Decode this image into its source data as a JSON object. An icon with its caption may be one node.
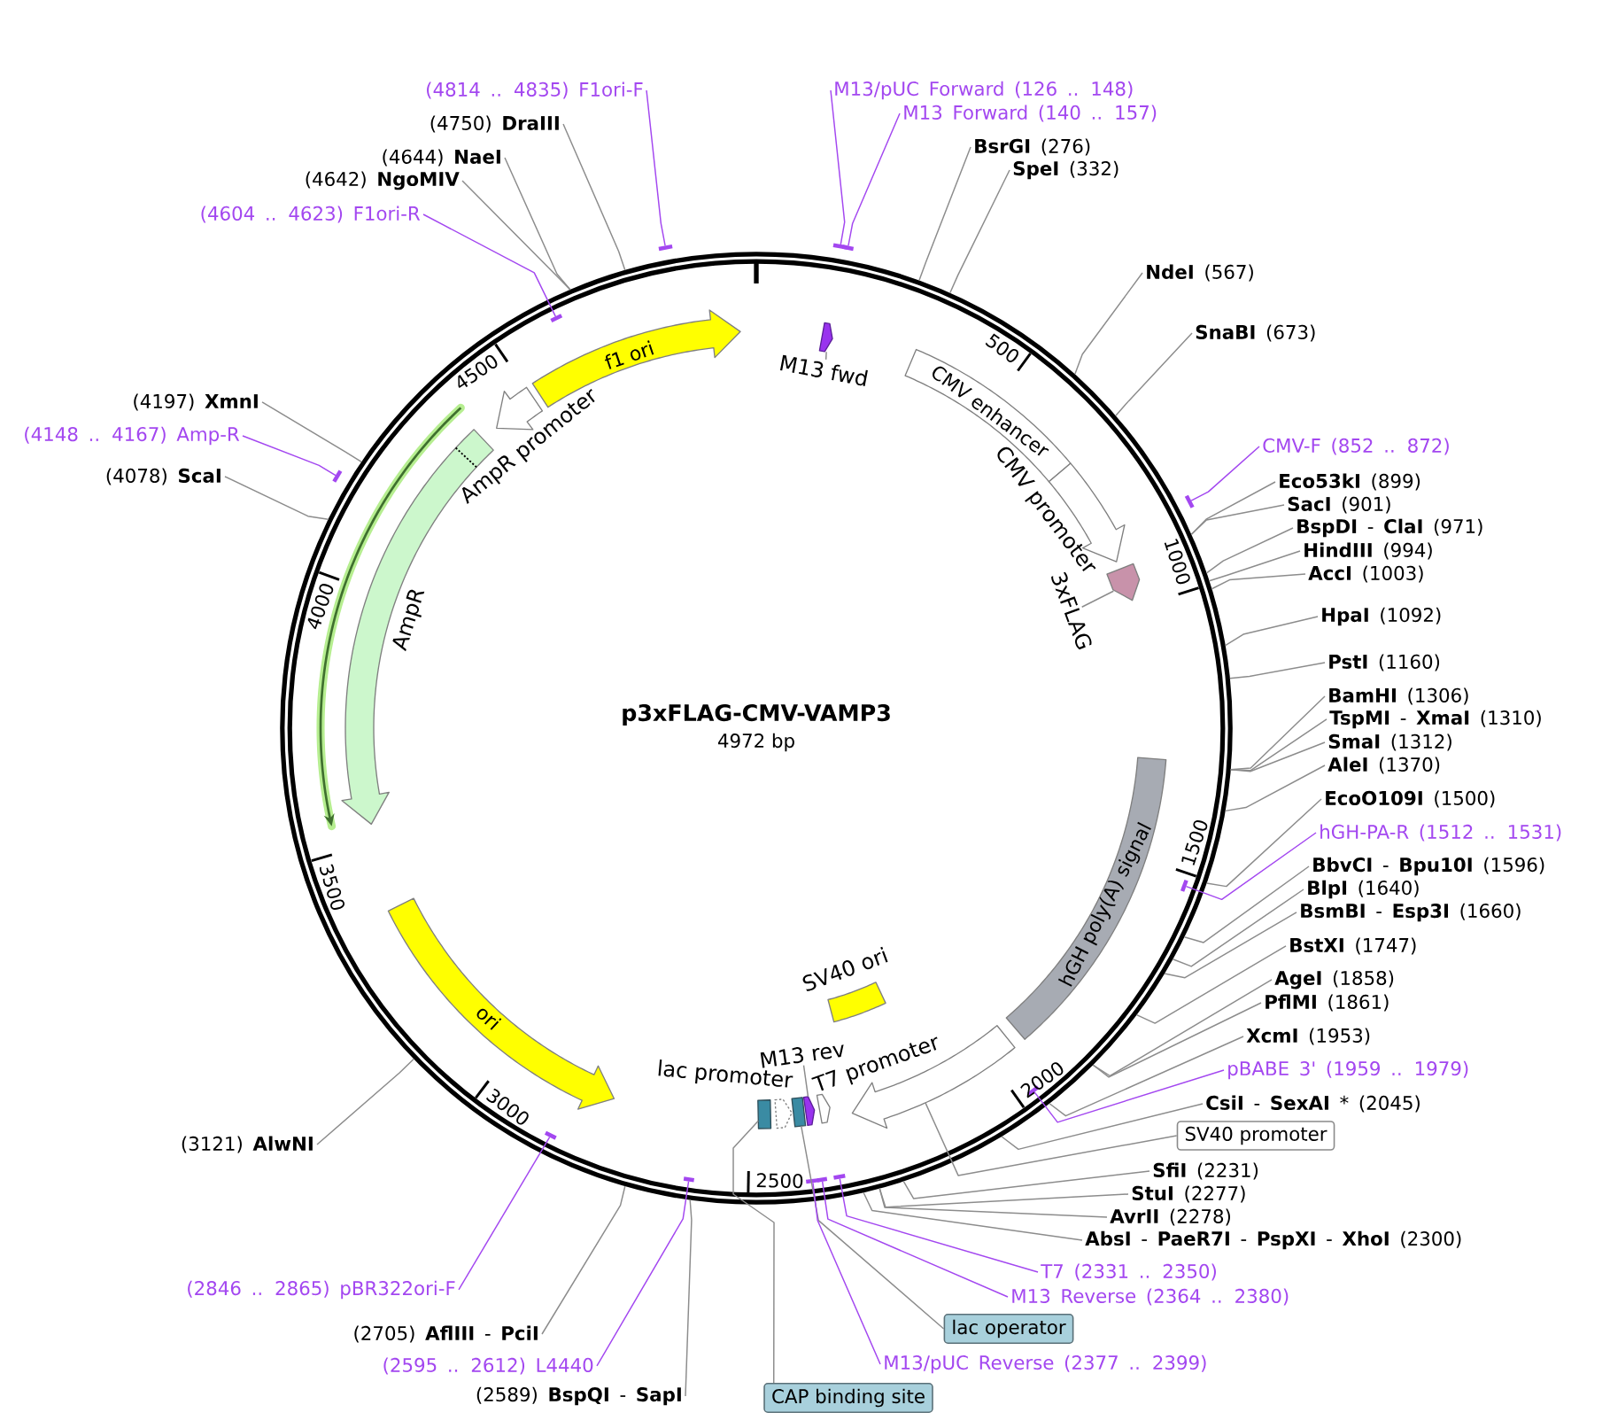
{
  "diagram": {
    "title": "p3xFLAG-CMV-VAMP3",
    "nodes": [
      {
        "text": [],
        "shape": "circle"
      },
      {
        "text": [],
        "shape": "arrow",
        "in": 0
      },
      {
        "text": [
          "M13 fwd"
        ],
        "in": 0
      },
      {
        "text": [
          "CMV enhancer"
        ],
        "in": 0
      },
      {
        "text": [
          "CMV promoter"
        ],
        "in": 0
      },
      {
        "text": [],
        "shape": "arrow",
        "in": 0
      },
      {
        "text": [
          "3xFLAG"
        ],
        "in": 0
      },
      {
        "text": [
          "hGH poly(A) signal"
        ],
        "in": 0
      },
      {
        "text": [],
        "shape": "arrow",
        "in": 0
      },
      {
        "text": [
          "SV40 ori"
        ],
        "in": 0
      },
      {
        "text": [
          "T7 promoter"
        ],
        "in": 0
      },
      {
        "text": [
          "M13 rev"
        ],
        "in": 0
      },
      {
        "text": [],
        "shape": "arrow",
        "in": 0
      },
      {
        "text": [],
        "shape": "box",
        "in": 0
      },
      {
        "text": [
          "lac promoter"
        ],
        "in": 0
      },
      {
        "text": [],
        "shape": "box",
        "in": 0
      },
      {
        "text": [
          "ori"
        ],
        "in": 0
      },
      {
        "text": [
          "AmpR"
        ],
        "in": 0
      },
      {
        "text": [
          "AmpR promoter"
        ],
        "in": 0
      },
      {
        "text": [
          "f1 ori"
        ],
        "in": 0
      },
      {
        "text": [
          "(4814 .. 4835) F1ori-F"
        ]
      },
      {
        "text": [
          "M13/pUC Forward (126 .. 148)"
        ]
      },
      {
        "text": [
          "M13 Forward (140 .. 157)"
        ]
      },
      {
        "text": [
          "(4750) **DraIII**"
        ]
      },
      {
        "text": [
          "**BsrGI** (276)"
        ]
      },
      {
        "text": [
          "(4644) **NaeI**"
        ]
      },
      {
        "text": [
          "**SpeI** (332)"
        ]
      },
      {
        "text": [
          "(4642) **NgoMIV**"
        ]
      },
      {
        "text": [
          "(4604 .. 4623) F1ori-R"
        ]
      },
      {
        "text": [
          "**NdeI** (567)"
        ]
      },
      {
        "text": [
          "**SnaBI** (673)"
        ]
      },
      {
        "text": [
          "(4197) **XmnI**"
        ]
      },
      {
        "text": [
          "(4148 .. 4167) Amp-R"
        ]
      },
      {
        "text": [
          "CMV-F (852 .. 872)"
        ]
      },
      {
        "text": [
          "(4078) **ScaI**"
        ]
      },
      {
        "text": [
          "**Eco53kI** (899)"
        ]
      },
      {
        "text": [
          "**SacI** (901)"
        ]
      },
      {
        "text": [
          "**BspDI** - **ClaI** (971)"
        ]
      },
      {
        "text": [
          "**HindIII** (994)"
        ]
      },
      {
        "text": [
          "**AccI** (1003)"
        ]
      },
      {
        "text": [
          "**HpaI** (1092)"
        ]
      },
      {
        "text": [
          "**PstI** (1160)"
        ]
      },
      {
        "text": [
          "**BamHI** (1306)"
        ]
      },
      {
        "text": [
          "**TspMI** - **XmaI** (1310)"
        ]
      },
      {
        "text": [
          "**SmaI** (1312)"
        ]
      },
      {
        "text": [
          "**AleI** (1370)"
        ]
      },
      {
        "text": [
          "**EcoO109I** (1500)"
        ]
      },
      {
        "text": [
          "hGH-PA-R (1512 .. 1531)"
        ]
      },
      {
        "text": [
          "**BbvCI** - **Bpu10I** (1596)"
        ]
      },
      {
        "text": [
          "**BlpI** (1640)"
        ]
      },
      {
        "text": [
          "**BsmBI** - **Esp3I** (1660)"
        ]
      },
      {
        "text": [
          "**BstXI** (1747)"
        ]
      },
      {
        "text": [
          "**AgeI** (1858)"
        ]
      },
      {
        "text": [
          "**PflMI** (1861)"
        ]
      },
      {
        "text": [
          "**XcmI** (1953)"
        ]
      },
      {
        "text": [
          "pBABE 3' (1959 .. 1979)"
        ]
      },
      {
        "text": [
          "**CsiI** - **SexAI** * (2045)"
        ]
      },
      {
        "text": [
          "SV40 promoter"
        ]
      },
      {
        "text": [
          "(3121) **AlwNI**"
        ]
      },
      {
        "text": [
          "**SfiI** (2231)"
        ]
      },
      {
        "text": [
          "**StuI** (2277)"
        ]
      },
      {
        "text": [
          "**AvrII** (2278)"
        ]
      },
      {
        "text": [
          "**AbsI** - **PaeR7I** - **PspXI** - **XhoI** (2300)"
        ]
      },
      {
        "text": [
          "T7 (2331 .. 2350)"
        ]
      },
      {
        "text": [
          "(2846 .. 2865) pBR322ori-F"
        ]
      },
      {
        "text": [
          "M13 Reverse (2364 .. 2380)"
        ]
      },
      {
        "text": [
          "lac operator"
        ]
      },
      {
        "text": [
          "(2705) **AflIII** - **PciI**"
        ]
      },
      {
        "text": [
          "(2595 .. 2612) L4440"
        ]
      },
      {
        "text": [
          "M13/pUC Reverse (2377 .. 2399)"
        ]
      },
      {
        "text": [
          "(2589) **BspQI** - **SapI**"
        ]
      },
      {
        "text": [
          "CAP binding site"
        ]
      },
      {
        "text": [],
        "shape": "bar"
      },
      {
        "text": [],
        "shape": "bar"
      },
      {
        "text": [],
        "shape": "bar"
      },
      {
        "text": [],
        "shape": "bar",
        "in": 0
      },
      {
        "text": [],
        "shape": "bar"
      },
      {
        "text": [],
        "shape": "bar"
      },
      {
        "text": [],
        "shape": "bar",
        "in": 0
      },
      {
        "text": [],
        "shape": "bar",
        "in": 0
      },
      {
        "text": [],
        "shape": "bar",
        "in": 0
      },
      {
        "text": [],
        "shape": "bar",
        "in": 0
      },
      {
        "text": [],
        "shape": "bar",
        "in": 0
      },
      {
        "text": [],
        "shape": "bar",
        "in": 0
      },
      {
        "text": [],
        "shape": "bar",
        "in": 0
      }
    ],
    "edges": [
      {
        "from": 2,
        "to": 1,
        "arrow": "none"
      },
      {
        "from": 6,
        "to": 5,
        "arrow": "none"
      },
      {
        "from": 11,
        "to": 12,
        "arrow": "none"
      },
      {
        "from": 20,
        "to": 72,
        "arrow": "none",
        "color": "#a347f0"
      },
      {
        "from": 21,
        "to": 73,
        "arrow": "none",
        "color": "#a347f0"
      },
      {
        "from": 22,
        "to": 74,
        "arrow": "none",
        "color": "#a347f0"
      },
      {
        "from": 23,
        "to": 0,
        "arrow": "none"
      },
      {
        "from": 24,
        "to": 0,
        "arrow": "none"
      },
      {
        "from": 25,
        "to": 0,
        "arrow": "none"
      },
      {
        "from": 26,
        "to": 0,
        "arrow": "none"
      },
      {
        "from": 27,
        "to": 0,
        "arrow": "none"
      },
      {
        "from": 28,
        "to": 75,
        "arrow": "none",
        "color": "#a347f0"
      },
      {
        "from": 29,
        "to": 0,
        "arrow": "none"
      },
      {
        "from": 30,
        "to": 0,
        "arrow": "none"
      },
      {
        "from": 31,
        "to": 0,
        "arrow": "none"
      },
      {
        "from": 32,
        "to": 76,
        "arrow": "none",
        "color": "#a347f0"
      },
      {
        "from": 33,
        "to": 77,
        "arrow": "none",
        "color": "#a347f0"
      },
      {
        "from": 34,
        "to": 0,
        "arrow": "none"
      },
      {
        "from": 35,
        "to": 0,
        "arrow": "none"
      },
      {
        "from": 36,
        "to": 0,
        "arrow": "none"
      },
      {
        "from": 37,
        "to": 0,
        "arrow": "none"
      },
      {
        "from": 38,
        "to": 0,
        "arrow": "none"
      },
      {
        "from": 39,
        "to": 0,
        "arrow": "none"
      },
      {
        "from": 40,
        "to": 0,
        "arrow": "none"
      },
      {
        "from": 41,
        "to": 0,
        "arrow": "none"
      },
      {
        "from": 42,
        "to": 0,
        "arrow": "none"
      },
      {
        "from": 43,
        "to": 0,
        "arrow": "none"
      },
      {
        "from": 44,
        "to": 0,
        "arrow": "none"
      },
      {
        "from": 45,
        "to": 0,
        "arrow": "none"
      },
      {
        "from": 46,
        "to": 0,
        "arrow": "none"
      },
      {
        "from": 47,
        "to": 78,
        "arrow": "none",
        "color": "#a347f0"
      },
      {
        "from": 48,
        "to": 0,
        "arrow": "none"
      },
      {
        "from": 49,
        "to": 0,
        "arrow": "none"
      },
      {
        "from": 50,
        "to": 0,
        "arrow": "none"
      },
      {
        "from": 51,
        "to": 0,
        "arrow": "none"
      },
      {
        "from": 52,
        "to": 0,
        "arrow": "none"
      },
      {
        "from": 53,
        "to": 0,
        "arrow": "none"
      },
      {
        "from": 54,
        "to": 0,
        "arrow": "none"
      },
      {
        "from": 55,
        "to": 79,
        "arrow": "none",
        "color": "#a347f0"
      },
      {
        "from": 56,
        "to": 0,
        "arrow": "none"
      },
      {
        "from": 57,
        "to": 8,
        "arrow": "none"
      },
      {
        "from": 58,
        "to": 0,
        "arrow": "none"
      },
      {
        "from": 59,
        "to": 0,
        "arrow": "none"
      },
      {
        "from": 60,
        "to": 0,
        "arrow": "none"
      },
      {
        "from": 61,
        "to": 0,
        "arrow": "none"
      },
      {
        "from": 62,
        "to": 0,
        "arrow": "none"
      },
      {
        "from": 63,
        "to": 80,
        "arrow": "none",
        "color": "#a347f0"
      },
      {
        "from": 64,
        "to": 81,
        "arrow": "none",
        "color": "#a347f0"
      },
      {
        "from": 65,
        "to": 82,
        "arrow": "none",
        "color": "#a347f0"
      },
      {
        "from": 66,
        "to": 15,
        "arrow": "none"
      },
      {
        "from": 67,
        "to": 0,
        "arrow": "none"
      },
      {
        "from": 68,
        "to": 83,
        "arrow": "none",
        "color": "#a347f0"
      },
      {
        "from": 69,
        "to": 84,
        "arrow": "none",
        "color": "#a347f0"
      },
      {
        "from": 70,
        "to": 0,
        "arrow": "none"
      },
      {
        "from": 71,
        "to": 13,
        "arrow": "none"
      }
    ],
    "labels": [
      "500",
      "4500",
      "1000",
      "4000",
      "4972 bp",
      "1500",
      "3500",
      "2000",
      "3000",
      "2500"
    ]
  }
}
